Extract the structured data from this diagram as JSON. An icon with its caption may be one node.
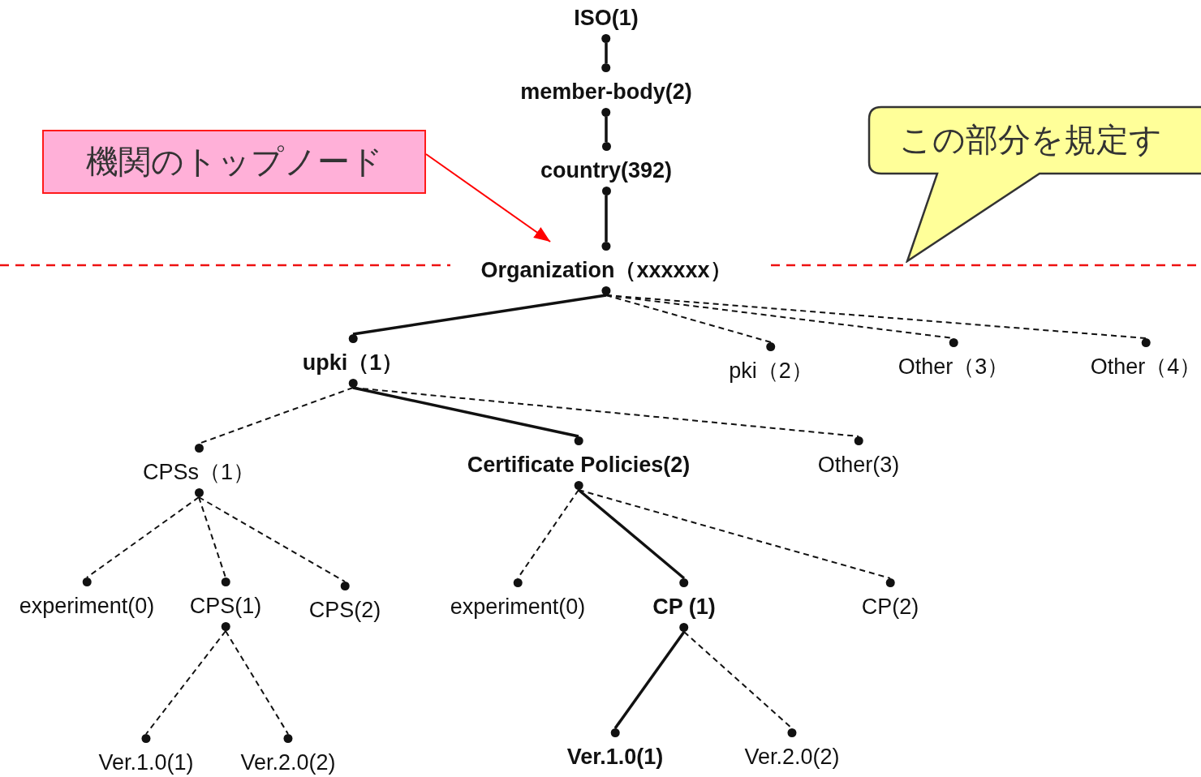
{
  "diagram": {
    "nodes": [
      {
        "text": [
          "ISO(1)"
        ]
      },
      {
        "text": [
          "member-body(2)"
        ]
      },
      {
        "text": [
          "country(392)"
        ]
      },
      {
        "text": [
          "機関のトップノード"
        ]
      },
      {
        "text": [
          "この部分を規定す"
        ]
      },
      {
        "text": [
          "Organization（xxxxxx）"
        ]
      },
      {
        "text": [
          "upki（1）"
        ]
      },
      {
        "text": [
          "pki（2）"
        ]
      },
      {
        "text": [
          "Other（3）"
        ]
      },
      {
        "text": [
          "Other（4）"
        ]
      },
      {
        "text": [
          "CPSs（1）"
        ]
      },
      {
        "text": [
          "Certificate Policies(2)"
        ]
      },
      {
        "text": [
          "Other(3)"
        ]
      },
      {
        "text": [
          "experiment(0)"
        ]
      },
      {
        "text": [
          "CPS(1)"
        ]
      },
      {
        "text": [
          "CPS(2)"
        ]
      },
      {
        "text": [
          "experiment(0)"
        ]
      },
      {
        "text": [
          "CP (1)"
        ]
      },
      {
        "text": [
          "CP(2)"
        ]
      },
      {
        "text": [
          "Ver.1.0(1)"
        ]
      },
      {
        "text": [
          "Ver.2.0(2)"
        ]
      },
      {
        "text": [
          "Ver.1.0(1)"
        ]
      },
      {
        "text": [
          "Ver.2.0(2)"
        ]
      }
    ],
    "edges": [
      {
        "from": 0,
        "to": 1,
        "arrow": "none"
      },
      {
        "from": 1,
        "to": 2,
        "arrow": "none"
      },
      {
        "from": 2,
        "to": 5,
        "arrow": "none"
      },
      {
        "from": 3,
        "to": 5,
        "arrow": "to",
        "color": "#ff0000"
      },
      {
        "from": 5,
        "to": 6,
        "arrow": "none"
      },
      {
        "from": 5,
        "to": 7,
        "arrow": "none",
        "style": "dashed"
      },
      {
        "from": 5,
        "to": 8,
        "arrow": "none",
        "style": "dashed"
      },
      {
        "from": 5,
        "to": 9,
        "arrow": "none",
        "style": "dashed"
      },
      {
        "from": 6,
        "to": 10,
        "arrow": "none",
        "style": "dashed"
      },
      {
        "from": 6,
        "to": 11,
        "arrow": "none"
      },
      {
        "from": 6,
        "to": 12,
        "arrow": "none",
        "style": "dashed"
      },
      {
        "from": 10,
        "to": 13,
        "arrow": "none",
        "style": "dashed"
      },
      {
        "from": 10,
        "to": 14,
        "arrow": "none",
        "style": "dashed"
      },
      {
        "from": 10,
        "to": 15,
        "arrow": "none",
        "style": "dashed"
      },
      {
        "from": 11,
        "to": 16,
        "arrow": "none",
        "style": "dashed"
      },
      {
        "from": 11,
        "to": 17,
        "arrow": "none"
      },
      {
        "from": 11,
        "to": 18,
        "arrow": "none",
        "style": "dashed"
      },
      {
        "from": 14,
        "to": 19,
        "arrow": "none",
        "style": "dashed"
      },
      {
        "from": 14,
        "to": 20,
        "arrow": "none",
        "style": "dashed"
      },
      {
        "from": 17,
        "to": 21,
        "arrow": "none"
      },
      {
        "from": 17,
        "to": 22,
        "arrow": "none",
        "style": "dashed"
      }
    ]
  }
}
